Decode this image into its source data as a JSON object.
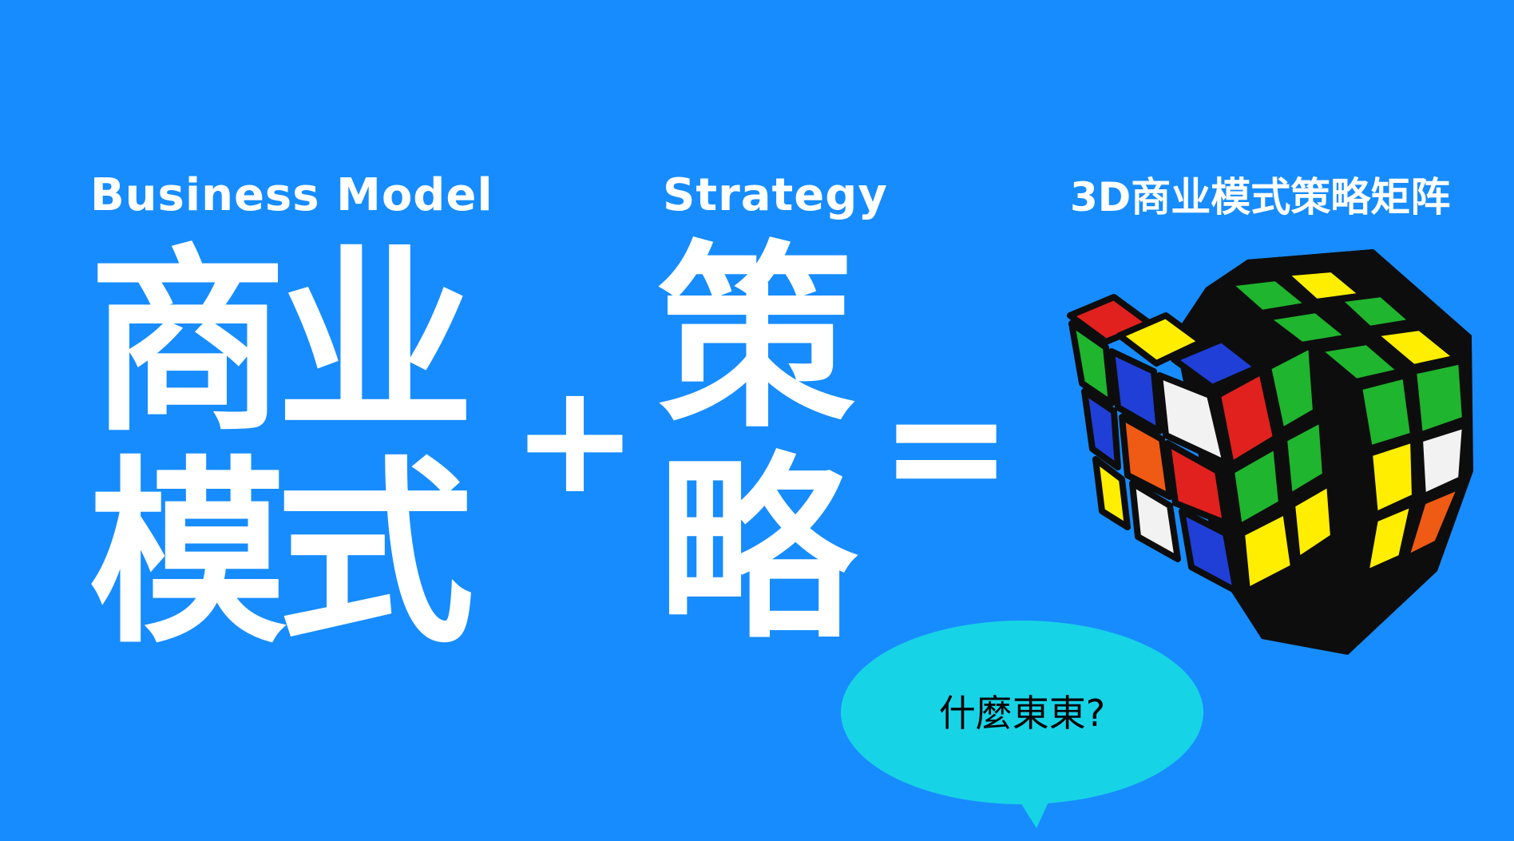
{
  "labels": {
    "business_model_en": "Business Model",
    "strategy_en": "Strategy",
    "matrix_title": "3D商业模式策略矩阵"
  },
  "big_chars": {
    "c1": "商",
    "c2": "业",
    "c3": "模",
    "c4": "式",
    "c5": "策",
    "c6": "略"
  },
  "operators": {
    "plus": "+",
    "equals": "="
  },
  "bubble": {
    "text": "什麼東東?"
  },
  "colors": {
    "background": "#178cff",
    "text": "#ffffff",
    "bubble": "#17d3e6",
    "cube_white": "#f2f2f2",
    "cube_yellow": "#ffee00",
    "cube_green": "#1fb52e",
    "cube_blue": "#1f3fd6",
    "cube_red": "#e0211e",
    "cube_orange": "#ef5a14",
    "cube_body": "#0d0d0d"
  },
  "icons": {
    "cube": "rubiks-cube-icon"
  }
}
